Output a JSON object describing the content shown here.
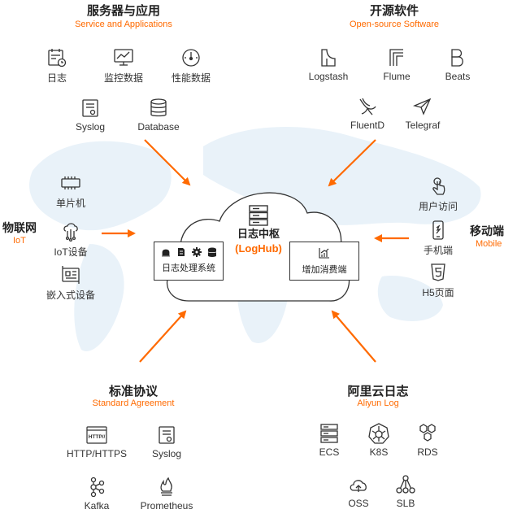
{
  "groups": {
    "servers": {
      "title": "服务器与应用",
      "subtitle": "Service and Applications",
      "items": [
        {
          "label": "日志",
          "icon": "log-calendar-icon"
        },
        {
          "label": "监控数据",
          "icon": "monitor-chart-icon"
        },
        {
          "label": "性能数据",
          "icon": "gauge-icon"
        },
        {
          "label": "Syslog",
          "icon": "syslog-doc-icon"
        },
        {
          "label": "Database",
          "icon": "database-icon"
        }
      ]
    },
    "opensource": {
      "title": "开源软件",
      "subtitle": "Open-source Software",
      "items": [
        {
          "label": "Logstash",
          "icon": "logstash-icon"
        },
        {
          "label": "Flume",
          "icon": "flume-icon"
        },
        {
          "label": "Beats",
          "icon": "beats-icon"
        },
        {
          "label": "FluentD",
          "icon": "fluentd-bird-icon"
        },
        {
          "label": "Telegraf",
          "icon": "telegraf-plane-icon"
        }
      ]
    },
    "iot": {
      "title": "物联网",
      "subtitle": "IoT",
      "items": [
        {
          "label": "单片机",
          "icon": "chip-icon"
        },
        {
          "label": "IoT设备",
          "icon": "iot-circuit-icon"
        },
        {
          "label": "嵌入式设备",
          "icon": "embedded-board-icon"
        }
      ]
    },
    "mobile": {
      "title": "移动端",
      "subtitle": "Mobile",
      "items": [
        {
          "label": "用户访问",
          "icon": "touch-hand-icon"
        },
        {
          "label": "手机端",
          "icon": "phone-icon"
        },
        {
          "label": "H5页面",
          "icon": "html5-icon"
        }
      ]
    },
    "standard": {
      "title": "标准协议",
      "subtitle": "Standard Agreement",
      "items": [
        {
          "label": "HTTP/HTTPS",
          "icon": "http-icon",
          "icon_text": "HTTP//"
        },
        {
          "label": "Syslog",
          "icon": "syslog-doc-icon"
        },
        {
          "label": "Kafka",
          "icon": "kafka-icon"
        },
        {
          "label": "Prometheus",
          "icon": "prometheus-flame-icon"
        }
      ]
    },
    "aliyun": {
      "title": "阿里云日志",
      "subtitle": "Aliyun Log",
      "items": [
        {
          "label": "ECS",
          "icon": "server-rack-icon"
        },
        {
          "label": "K8S",
          "icon": "kubernetes-icon"
        },
        {
          "label": "RDS",
          "icon": "hexagons-icon"
        },
        {
          "label": "OSS",
          "icon": "cloud-upload-icon"
        },
        {
          "label": "SLB",
          "icon": "load-balancer-icon"
        }
      ]
    }
  },
  "hub": {
    "title": "日志中枢",
    "subtitle": "(LogHub)",
    "icon": "server-stack-icon",
    "left_box": {
      "label": "日志处理系统",
      "icons": [
        "alarm-icon",
        "document-icon",
        "gear-icon",
        "database-icon"
      ]
    },
    "right_box": {
      "label": "增加消费端",
      "icon": "growth-chart-icon"
    }
  },
  "colors": {
    "accent": "#ff6a00",
    "text": "#222222",
    "map": "#e8f1f8",
    "cloud_stroke": "#333333"
  }
}
